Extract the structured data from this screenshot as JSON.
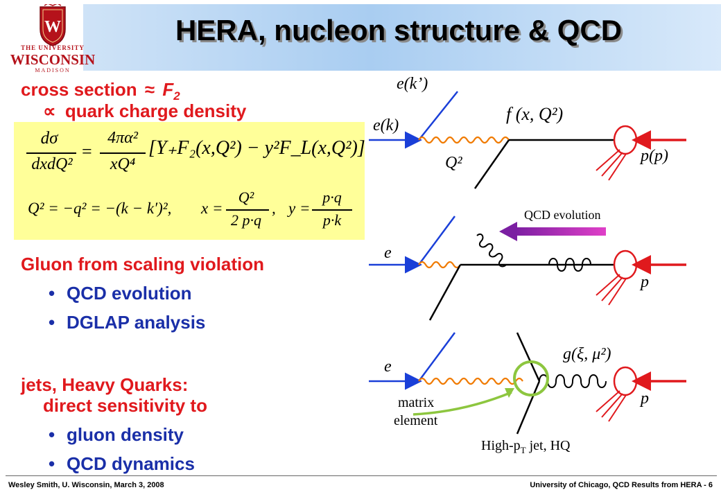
{
  "title": "HERA, nucleon structure & QCD",
  "logo": {
    "line1": "THE UNIVERSITY",
    "line2": "WISCONSIN",
    "line3": "MADISON",
    "color": "#b5121b"
  },
  "left": {
    "xsec_prefix": "cross section",
    "approx": "≈",
    "F": "F",
    "F_sub": "2",
    "propto": "∝",
    "charge": "quark charge density",
    "gluon_heading": "Gluon from scaling violation",
    "gluon_items": [
      "QCD evolution",
      "DGLAP analysis"
    ],
    "jets_line1": "jets, Heavy Quarks:",
    "jets_line2": "direct sensitivity to",
    "jets_items": [
      "gluon density",
      "QCD dynamics"
    ],
    "bullet": "•"
  },
  "equations": {
    "lhs_num": "dσ",
    "lhs_den": "dxdQ²",
    "eq": "=",
    "coef_num": "4πα²",
    "coef_den": "xQ⁴",
    "bracket": "[Y₊F₂(x,Q²) − y²F_L(x,Q²)]",
    "q2_def": "Q² = −q² = −(k − k′)²,",
    "x_lhs": "x =",
    "x_num": "Q²",
    "x_den": "2 p·q",
    "y_lhs": "y =",
    "y_num": "p·q",
    "y_den": "p·k",
    "comma": ","
  },
  "diagram": {
    "ek_prime": "e(k’)",
    "ek": "e(k)",
    "fxq": "f (x, Q²)",
    "q2": "Q²",
    "pp": "p(p)",
    "qcd_evolution": "QCD evolution",
    "e_mid": "e",
    "p_mid": "p",
    "e_bot": "e",
    "g_xi": "g(ξ, μ²)",
    "p_bot": "p",
    "matrix": "matrix",
    "element": "element",
    "highpt": "High-p",
    "highpt_sub": "T",
    "highpt_rest": " jet, HQ"
  },
  "footer": {
    "left": "Wesley Smith, U. Wisconsin, March 3, 2008",
    "right": "University of Chicago, QCD Results from HERA -  6"
  },
  "colors": {
    "red": "#e0191d",
    "blue": "#1a2fa8",
    "eqbox": "#ffff99",
    "photon": "#f07a00",
    "proton": "#e0191d",
    "lepton": "#1a3fd8",
    "arrow": "#9b22c8",
    "circle": "#8dc63f"
  }
}
